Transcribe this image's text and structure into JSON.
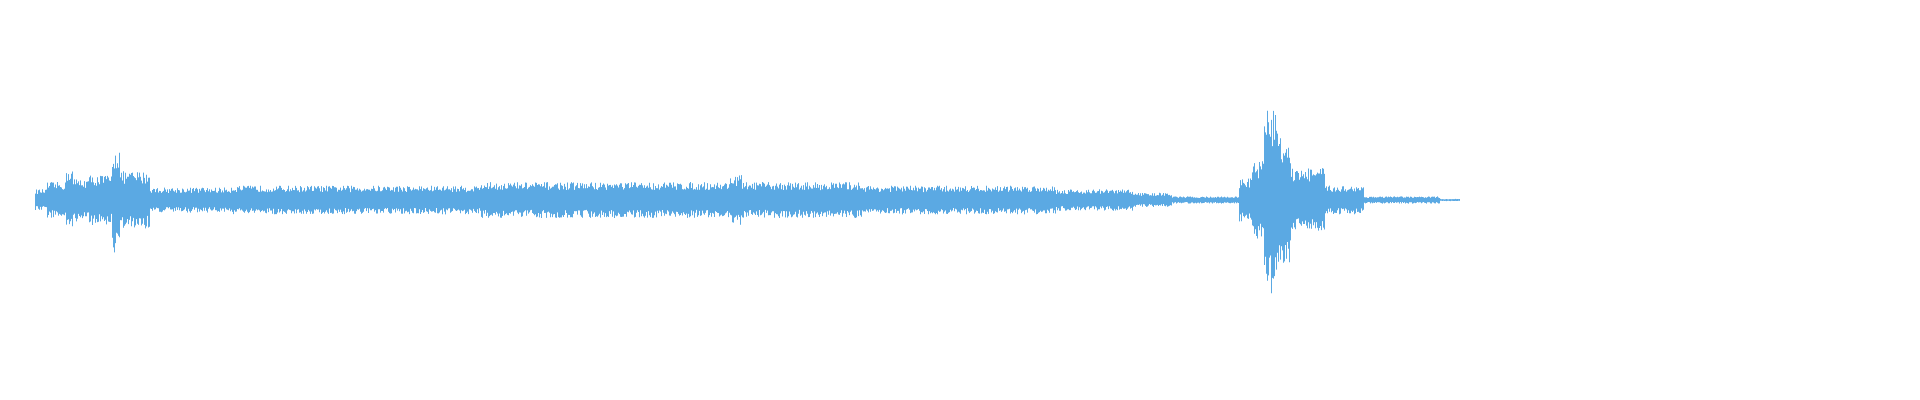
{
  "waveform": {
    "color": "#5ba9e3",
    "background": "#ffffff",
    "segments": [
      {
        "from": 0.0,
        "to": 0.018,
        "amp": 0.0
      },
      {
        "from": 0.018,
        "to": 0.024,
        "amp": 0.06
      },
      {
        "from": 0.024,
        "to": 0.034,
        "amp": 0.1
      },
      {
        "from": 0.034,
        "to": 0.038,
        "amp": 0.18
      },
      {
        "from": 0.038,
        "to": 0.046,
        "amp": 0.12
      },
      {
        "from": 0.046,
        "to": 0.058,
        "amp": 0.14
      },
      {
        "from": 0.058,
        "to": 0.062,
        "amp": 0.3
      },
      {
        "from": 0.062,
        "to": 0.078,
        "amp": 0.16
      },
      {
        "from": 0.078,
        "to": 0.12,
        "amp": 0.07
      },
      {
        "from": 0.12,
        "to": 0.25,
        "amp": 0.08
      },
      {
        "from": 0.25,
        "to": 0.38,
        "amp": 0.1
      },
      {
        "from": 0.38,
        "to": 0.386,
        "amp": 0.14
      },
      {
        "from": 0.386,
        "to": 0.45,
        "amp": 0.1
      },
      {
        "from": 0.45,
        "to": 0.55,
        "amp": 0.08
      },
      {
        "from": 0.55,
        "to": 0.59,
        "amp": 0.06
      },
      {
        "from": 0.59,
        "to": 0.61,
        "amp": 0.04
      },
      {
        "from": 0.61,
        "to": 0.645,
        "amp": 0.02
      },
      {
        "from": 0.645,
        "to": 0.652,
        "amp": 0.12
      },
      {
        "from": 0.652,
        "to": 0.658,
        "amp": 0.22
      },
      {
        "from": 0.658,
        "to": 0.666,
        "amp": 0.52
      },
      {
        "from": 0.666,
        "to": 0.672,
        "amp": 0.35
      },
      {
        "from": 0.672,
        "to": 0.69,
        "amp": 0.18
      },
      {
        "from": 0.69,
        "to": 0.71,
        "amp": 0.08
      },
      {
        "from": 0.71,
        "to": 0.75,
        "amp": 0.02
      },
      {
        "from": 0.75,
        "to": 0.76,
        "amp": 0.006
      },
      {
        "from": 0.76,
        "to": 1.0,
        "amp": 0.0
      }
    ]
  }
}
